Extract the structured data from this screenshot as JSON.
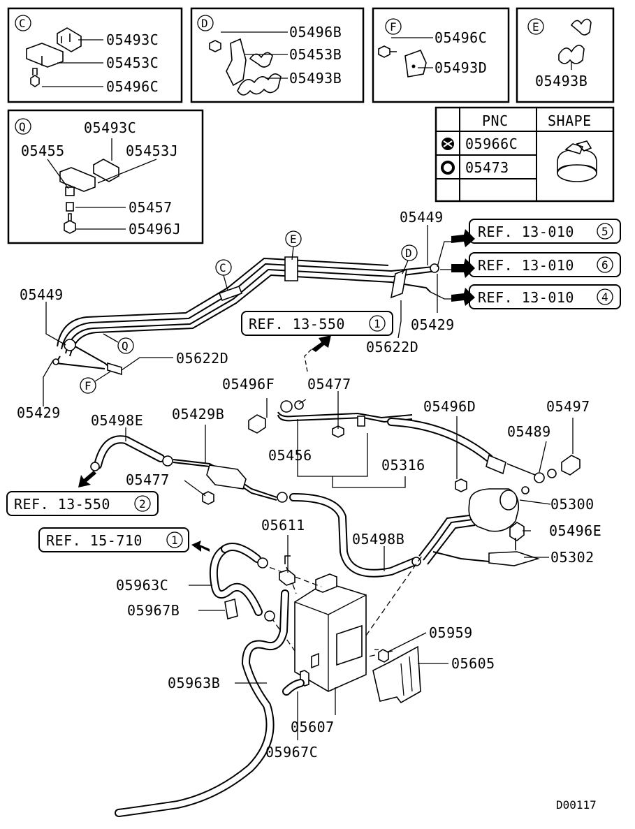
{
  "insets": {
    "c": {
      "letter": "C",
      "labels": [
        "05493C",
        "05453C",
        "05496C"
      ]
    },
    "d": {
      "letter": "D",
      "labels": [
        "05496B",
        "05453B",
        "05493B"
      ]
    },
    "f": {
      "letter": "F",
      "labels": [
        "05496C",
        "05493D"
      ]
    },
    "e": {
      "letter": "E",
      "labels": [
        "05493B"
      ]
    },
    "q": {
      "letter": "Q",
      "labels": [
        "05493C",
        "05455",
        "05453J",
        "05457",
        "05496J"
      ]
    }
  },
  "pnc_table": {
    "headers": [
      "PNC",
      "SHAPE"
    ],
    "rows": [
      "05966C",
      "05473"
    ]
  },
  "callout_letters": {
    "e": "E",
    "c": "C",
    "d": "D",
    "q": "Q",
    "f": "F"
  },
  "refs": [
    {
      "text": "REF. 13-010",
      "num": "5"
    },
    {
      "text": "REF. 13-010",
      "num": "6"
    },
    {
      "text": "REF. 13-010",
      "num": "4"
    },
    {
      "text": "REF. 13-550",
      "num": "1"
    },
    {
      "text": "REF. 13-550",
      "num": "2"
    },
    {
      "text": "REF. 15-710",
      "num": "1"
    }
  ],
  "labels": {
    "l05449_top": "05449",
    "l05449_left": "05449",
    "l05429_right": "05429",
    "l05429_left": "05429",
    "l05622D_right": "05622D",
    "l05622D_left": "05622D",
    "l05496F": "05496F",
    "l05477_top": "05477",
    "l05496D": "05496D",
    "l05497": "05497",
    "l05498E": "05498E",
    "l05429B": "05429B",
    "l05489": "05489",
    "l05456": "05456",
    "l05316": "05316",
    "l05477_left": "05477",
    "l05300": "05300",
    "l05611": "05611",
    "l05496E": "05496E",
    "l05498B": "05498B",
    "l05302": "05302",
    "l05963C": "05963C",
    "l05967B": "05967B",
    "l05959": "05959",
    "l05605": "05605",
    "l05963B": "05963B",
    "l05607": "05607",
    "l05967C": "05967C"
  },
  "diagram_id": "D00117"
}
